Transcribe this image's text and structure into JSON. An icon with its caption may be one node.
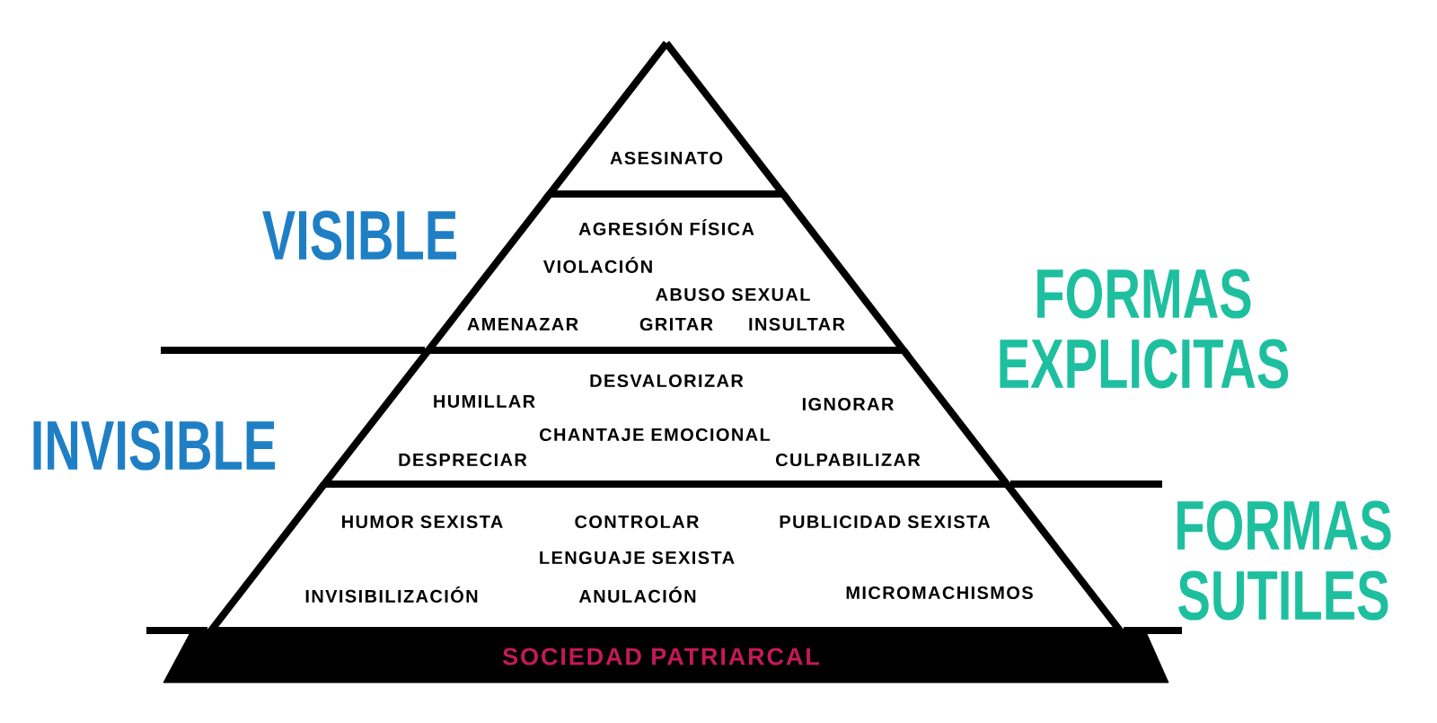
{
  "diagram": {
    "nodes": [
      {
        "text": [
          "ASESINATO"
        ]
      },
      {
        "text": [
          "AGRESIÓN FÍSICA",
          "VIOLACIÓN",
          "ABUSO SEXUAL",
          "AMENAZAR",
          "GRITAR",
          "INSULTAR"
        ]
      },
      {
        "text": [
          "DESVALORIZAR",
          "HUMILLAR",
          "IGNORAR",
          "CHANTAJE EMOCIONAL",
          "DESPRECIAR",
          "CULPABILIZAR"
        ]
      },
      {
        "text": [
          "HUMOR SEXISTA",
          "CONTROLAR",
          "PUBLICIDAD SEXISTA",
          "LENGUAJE SEXISTA",
          "INVISIBILIZACIÓN",
          "ANULACIÓN",
          "MICROMACHISMOS"
        ]
      },
      {
        "text": [
          "SOCIEDAD PATRIARCAL"
        ]
      }
    ],
    "labels": [
      "VISIBLE",
      "FORMAS EXPLICITAS",
      "INVISIBLE",
      "FORMAS SUTILES"
    ]
  }
}
